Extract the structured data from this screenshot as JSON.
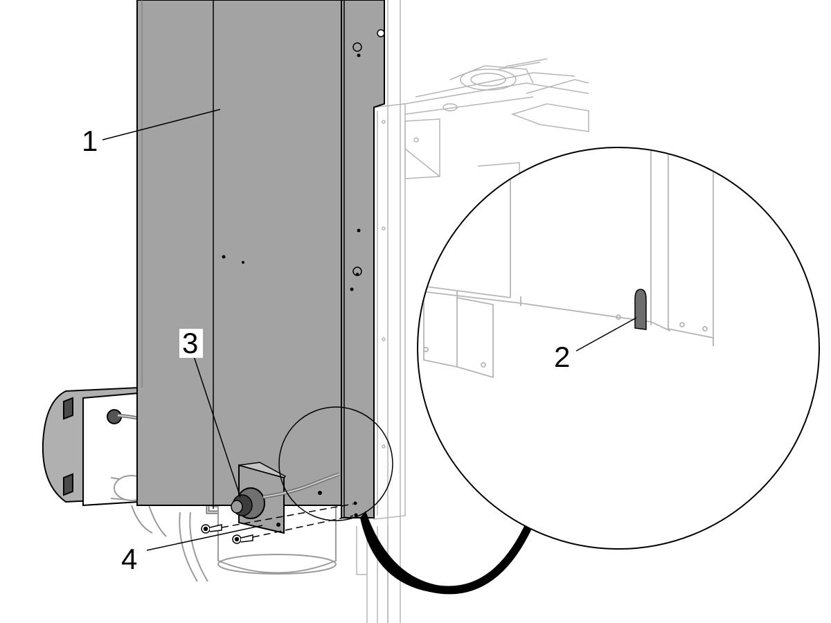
{
  "figure": {
    "callouts": [
      {
        "id": "1",
        "label": "1",
        "meaning": "column-panel"
      },
      {
        "id": "2",
        "label": "2",
        "meaning": "slot-in-panel"
      },
      {
        "id": "3",
        "label": "3",
        "meaning": "cable-gland"
      },
      {
        "id": "4",
        "label": "4",
        "meaning": "mounting-bracket"
      }
    ]
  },
  "colors": {
    "panel": "#a3a3a3",
    "panel_dark": "#8f8f8f",
    "outline": "#000000",
    "background_parts": "#b5b5b5",
    "arrow": "#000000",
    "slot": "#6e6e6e"
  },
  "icons": {
    "magnifier": "detail-circle",
    "arrow": "curved-arrow-icon"
  }
}
